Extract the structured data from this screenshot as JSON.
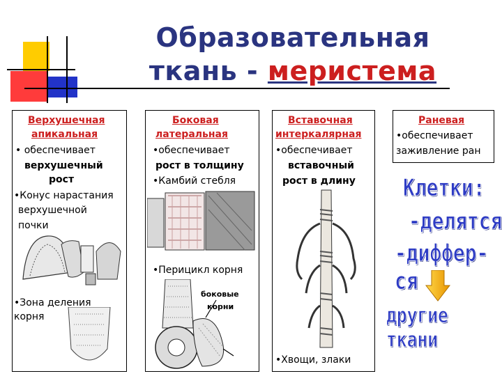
{
  "title": {
    "line1": "Образовательная",
    "line2_prefix": "ткань - ",
    "line2_accent": "меристема"
  },
  "panels": [
    {
      "title": [
        "Верхушечная",
        "апикальная"
      ],
      "items": [
        {
          "text": "• обеспечивает",
          "sub": [
            "верхушечный",
            "рост"
          ]
        },
        {
          "text": "•Конус нарастания",
          "sub": [
            "верхушечной",
            "почки"
          ]
        },
        {
          "text": "•Зона деления",
          "sub": [
            "корня"
          ]
        }
      ]
    },
    {
      "title": [
        "Боковая",
        "латеральная"
      ],
      "items": [
        {
          "text": "•обеспечивает",
          "sub": [
            "рост в толщину"
          ]
        },
        {
          "text": "•Камбий стебля"
        },
        {
          "text": "•Перицикл корня"
        }
      ],
      "annotation": [
        "боковые",
        "корни"
      ]
    },
    {
      "title": [
        "Вставочная",
        "интеркалярная"
      ],
      "items": [
        {
          "text": "•обеспечивает",
          "sub": [
            "вставочный",
            "рост в длину"
          ]
        },
        {
          "text": "•Хвощи, злаки"
        }
      ]
    },
    {
      "title": [
        "Раневая"
      ],
      "items": [
        {
          "text": "•обеспечивает",
          "sub": [
            "заживление ран"
          ]
        }
      ]
    }
  ],
  "cells_note": {
    "heading": "Клетки:",
    "line1": "-делятся",
    "line2": "-диффер-ся",
    "result": "другие ткани"
  },
  "colors": {
    "title": "#2a3480",
    "accent": "#cc1f1f",
    "hand": "#2e3cc4",
    "arrow": "#f0a800"
  }
}
